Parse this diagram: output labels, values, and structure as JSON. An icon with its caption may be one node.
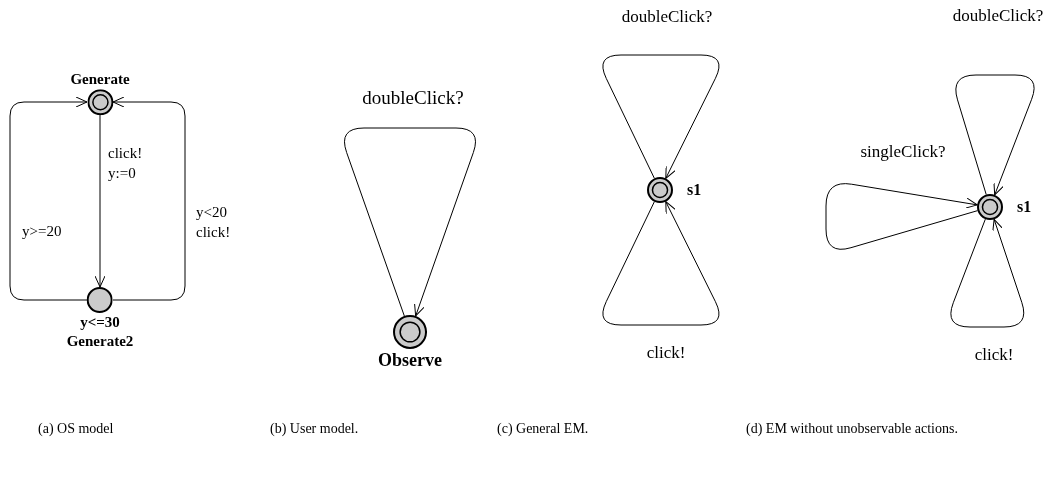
{
  "diagram": {
    "nodes": [
      {
        "text": [
          "Generate"
        ]
      },
      {
        "text": [
          "y<=30",
          "Generate2"
        ]
      },
      {
        "text": [
          "Observe"
        ]
      },
      {
        "text": [
          "s1"
        ]
      },
      {
        "text": [
          "s1"
        ]
      }
    ],
    "edges": [
      {
        "from": 0,
        "to": 1,
        "arrow": "to",
        "label": "click! y:=0"
      },
      {
        "from": 1,
        "to": 0,
        "arrow": "to",
        "label": "y>=20"
      },
      {
        "from": 1,
        "to": 0,
        "arrow": "to",
        "label": "y<20 click!"
      },
      {
        "from": 2,
        "to": 2,
        "arrow": "to",
        "label": "doubleClick?"
      },
      {
        "from": 3,
        "to": 3,
        "arrow": "to",
        "label": "doubleClick?"
      },
      {
        "from": 3,
        "to": 3,
        "arrow": "to",
        "label": "click!"
      },
      {
        "from": 4,
        "to": 4,
        "arrow": "to",
        "label": "doubleClick?"
      },
      {
        "from": 4,
        "to": 4,
        "arrow": "to",
        "label": "singleClick?"
      },
      {
        "from": 4,
        "to": 4,
        "arrow": "to",
        "label": "click!"
      }
    ],
    "labels": [
      "(a) OS model",
      "(b) User model.",
      "(c) General EM.",
      "(d) EM without unobservable actions."
    ]
  }
}
